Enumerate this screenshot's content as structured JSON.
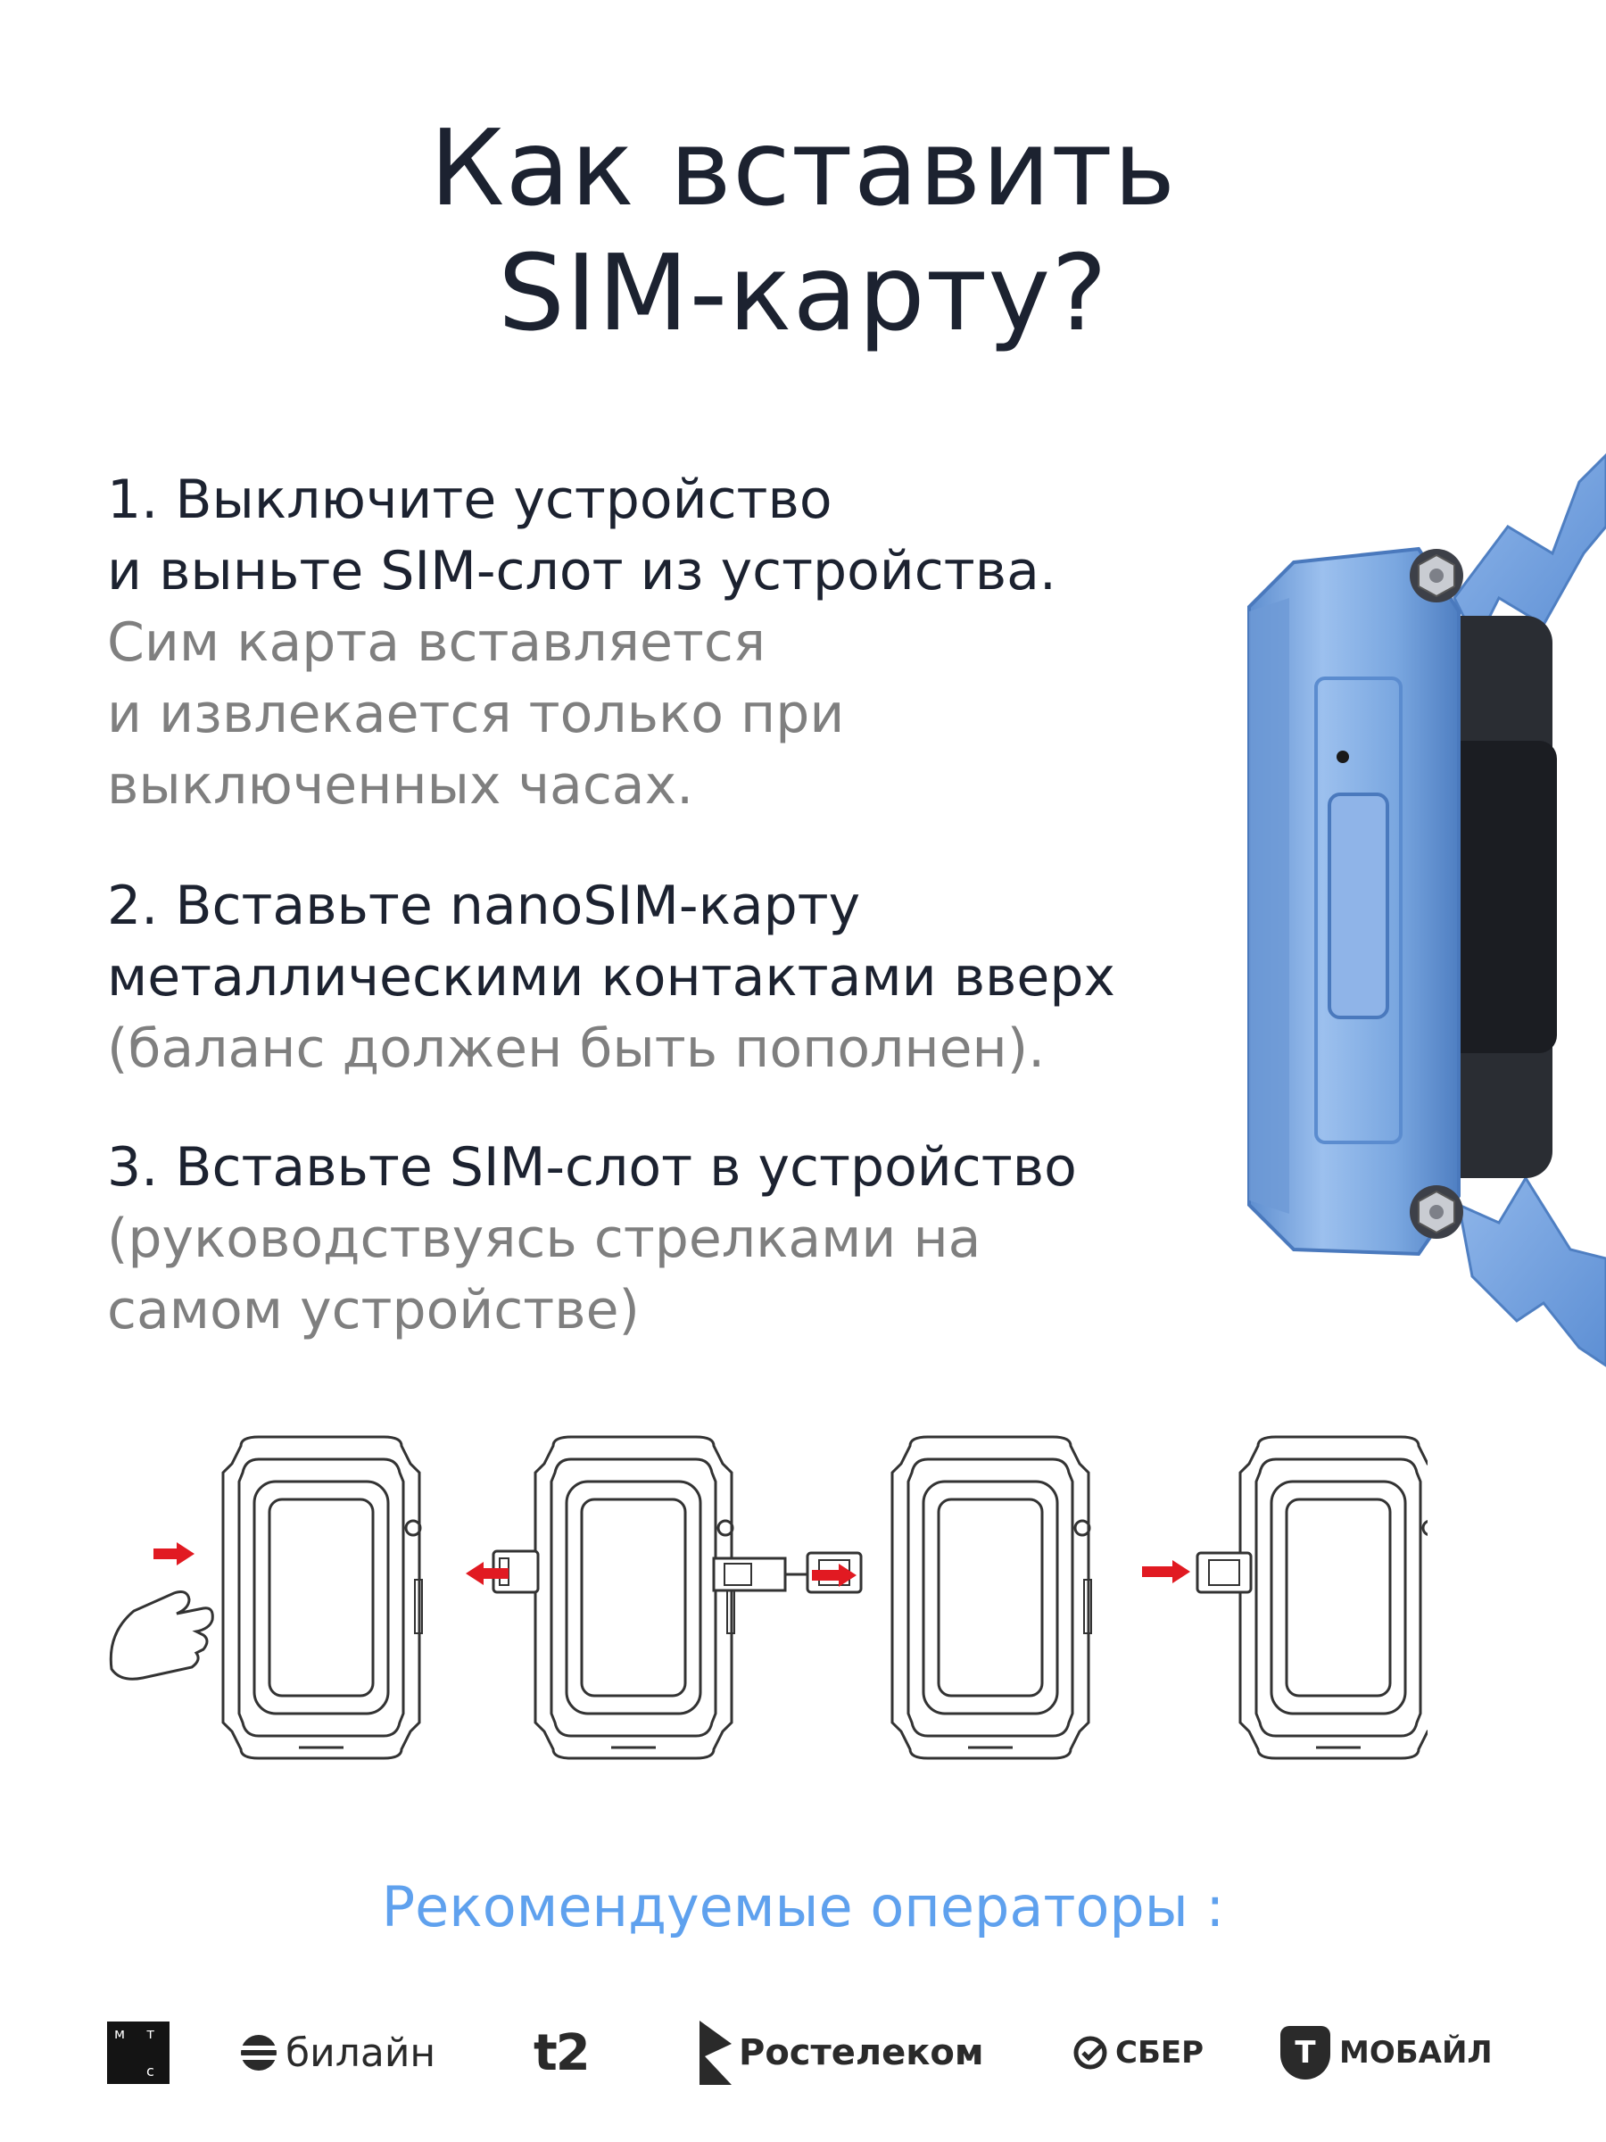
{
  "title": {
    "line1": "Как вставить",
    "line2": "SIM-карту?"
  },
  "steps": [
    {
      "lines": [
        "1. Выключите устройство",
        "и выньте SIM-слот из устройства."
      ],
      "note_lines": [
        "Сим карта вставляется",
        "и извлекается только при",
        "выключенных часах."
      ]
    },
    {
      "lines": [
        "2. Вставьте nanoSIM-карту",
        "металлическими контактами вверх"
      ],
      "note_lines": [
        "(баланс должен быть пополнен)."
      ]
    },
    {
      "lines": [
        "3. Вставьте SIM-слот в устройство"
      ],
      "note_lines": [
        "(руководствуясь стрелками на",
        "самом устройстве)"
      ]
    }
  ],
  "operators": {
    "heading": "Рекомендуемые операторы :",
    "mts": {
      "letters": [
        "м",
        "т",
        "с"
      ]
    },
    "beeline": {
      "name": "билайн"
    },
    "t2": {
      "name": "t2"
    },
    "rostelecom": {
      "name": "Ростелеком"
    },
    "sber": {
      "name": "СБЕР"
    },
    "tmobile": {
      "mark": "T",
      "name": "МОБАЙЛ"
    }
  },
  "colors": {
    "title": "#1c2230",
    "note": "#7f7f7f",
    "accent_blue": "#5fa1ee",
    "watch_blue": "#7aa7e0",
    "arrow_red": "#e11a22"
  }
}
